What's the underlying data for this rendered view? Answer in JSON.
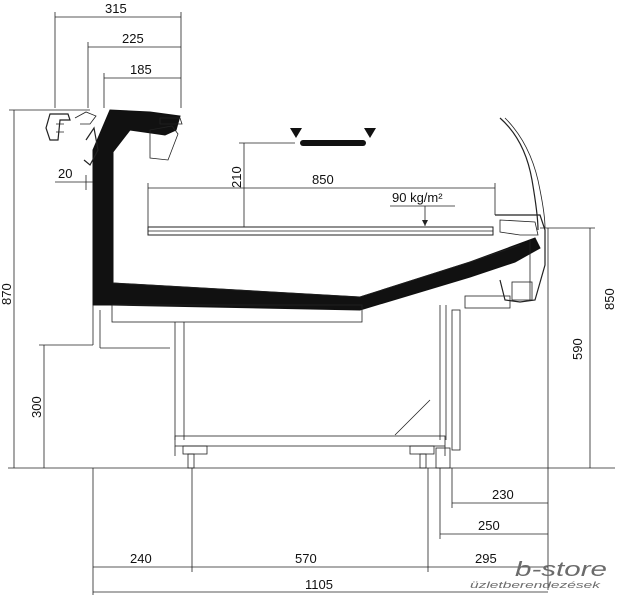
{
  "dimensions": {
    "top_315": "315",
    "top_225": "225",
    "top_185": "185",
    "left_20": "20",
    "height_870": "870",
    "height_300": "300",
    "shelf_210": "210",
    "depth_850": "850",
    "load": "90  kg/m²",
    "height_850": "850",
    "height_590": "590",
    "bottom_230": "230",
    "bottom_250": "250",
    "bottom_240": "240",
    "bottom_570": "570",
    "bottom_295": "295",
    "total_1105": "1105"
  },
  "logo": {
    "brand": "b-store",
    "tagline": "üzletberendezések"
  },
  "colors": {
    "line": "#222222",
    "fill_dark": "#111111",
    "logo_gray": "#6b6b6b"
  }
}
